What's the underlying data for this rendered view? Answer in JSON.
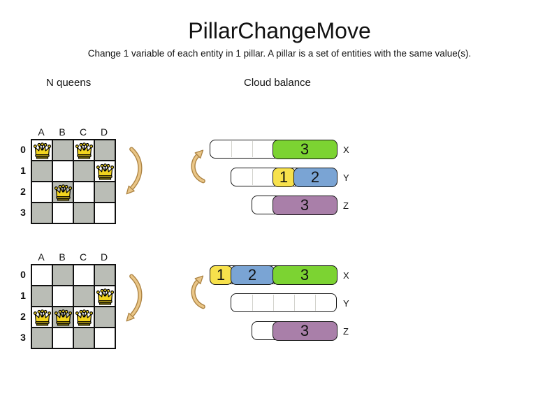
{
  "title": "PillarChangeMove",
  "subtitle": "Change 1 variable of each entity in 1 pillar. A pillar is a set of entities with the same value(s).",
  "sections": {
    "nqueens_label": "N queens",
    "cloudbalance_label": "Cloud balance"
  },
  "nqueens": {
    "columns": [
      "A",
      "B",
      "C",
      "D"
    ],
    "rows": [
      "0",
      "1",
      "2",
      "3"
    ],
    "boards": [
      {
        "name": "before",
        "queens": [
          {
            "col": "A",
            "row": 0
          },
          {
            "col": "C",
            "row": 0
          },
          {
            "col": "D",
            "row": 1
          },
          {
            "col": "B",
            "row": 2
          }
        ]
      },
      {
        "name": "after",
        "queens": [
          {
            "col": "D",
            "row": 1
          },
          {
            "col": "A",
            "row": 2
          },
          {
            "col": "B",
            "row": 2
          },
          {
            "col": "C",
            "row": 2
          }
        ]
      }
    ]
  },
  "cloudbalance": {
    "groups": [
      {
        "name": "before",
        "bars": [
          {
            "computer": "X",
            "capacity": 6,
            "processes": [
              {
                "label": "3",
                "cells": 3,
                "color": "green"
              }
            ]
          },
          {
            "computer": "Y",
            "capacity": 5,
            "processes": [
              {
                "label": "1",
                "cells": 1,
                "color": "yellow"
              },
              {
                "label": "2",
                "cells": 2,
                "color": "blue"
              }
            ]
          },
          {
            "computer": "Z",
            "capacity": 4,
            "processes": [
              {
                "label": "3",
                "cells": 3,
                "color": "purple"
              }
            ]
          }
        ]
      },
      {
        "name": "after",
        "bars": [
          {
            "computer": "X",
            "capacity": 6,
            "processes": [
              {
                "label": "1",
                "cells": 1,
                "color": "yellow"
              },
              {
                "label": "2",
                "cells": 2,
                "color": "blue"
              },
              {
                "label": "3",
                "cells": 3,
                "color": "green"
              }
            ]
          },
          {
            "computer": "Y",
            "capacity": 5,
            "processes": []
          },
          {
            "computer": "Z",
            "capacity": 4,
            "processes": [
              {
                "label": "3",
                "cells": 3,
                "color": "purple"
              }
            ]
          }
        ]
      }
    ]
  },
  "colors": {
    "green": "#7cd332",
    "yellow": "#f7e14c",
    "blue": "#7aa4d4",
    "purple": "#a97fa9",
    "board_gray": "#babdb6",
    "arrow_fill": "#eac687",
    "arrow_outline": "#ad8444",
    "queen_gold": "#f2d41f",
    "ink": "#111111"
  }
}
